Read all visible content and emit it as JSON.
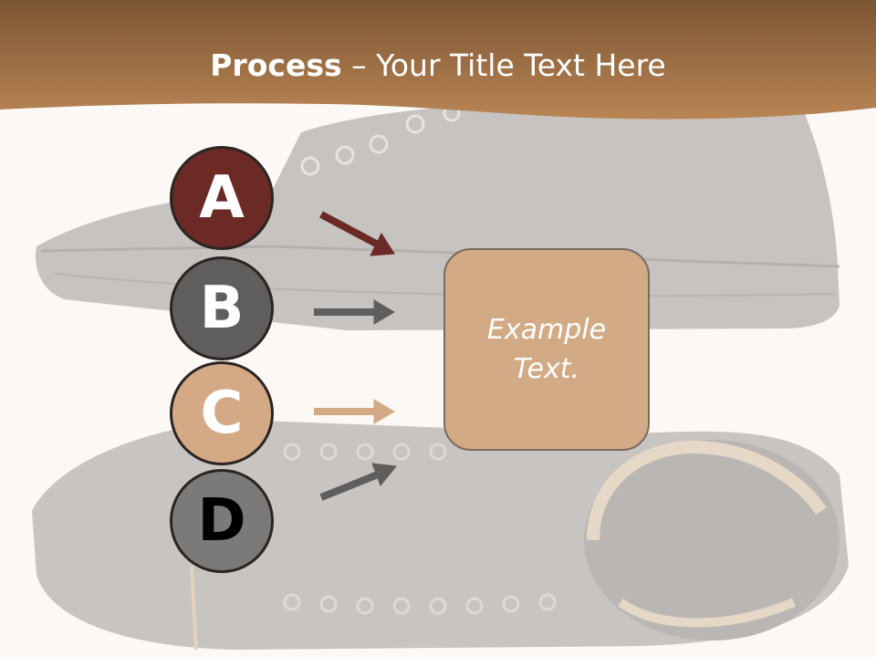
{
  "title": {
    "bold": "Process",
    "rest": " – Your Title Text Here"
  },
  "steps": [
    {
      "letter": "A",
      "fill": "#6b2a26",
      "text_color": "#ffffff",
      "arrow_color": "#6b2a26"
    },
    {
      "letter": "B",
      "fill": "#5f5e5d",
      "text_color": "#ffffff",
      "arrow_color": "#5f5e5d"
    },
    {
      "letter": "C",
      "fill": "#d4aa86",
      "text_color": "#ffffff",
      "arrow_color": "#d4aa86"
    },
    {
      "letter": "D",
      "fill": "#7b7a79",
      "text_color": "#000000",
      "arrow_color": "#5f5e5d"
    }
  ],
  "box": {
    "text": "Example Text."
  },
  "colors": {
    "header_top": "#7a5433",
    "header_bottom": "#b98554",
    "background": "#fbf8f5",
    "box_fill": "#d2aa86"
  }
}
